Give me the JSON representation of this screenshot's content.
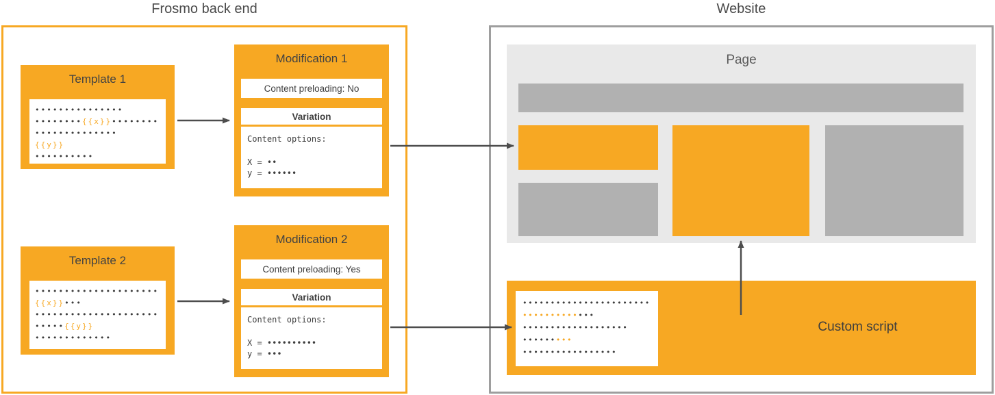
{
  "colors": {
    "orange": "#F7A823",
    "title_gray": "#4A4A4A",
    "arrow_gray": "#4D4D4D",
    "page_background": "#E9E9E9",
    "placeholder_gray": "#B1B1B1",
    "website_border": "#9E9E9E",
    "code_dark": "#3D3D3D"
  },
  "titles": {
    "backend": "Frosmo back end",
    "website": "Website"
  },
  "template1": {
    "title": "Template 1",
    "code": {
      "l1": "•••••••••••••••",
      "l2a": "••••••••",
      "l2b": "{{x}}",
      "l2c": "••••••••",
      "l3": "••••••••••••••",
      "l4": "{{y}}",
      "l5": "••••••••••"
    }
  },
  "template2": {
    "title": "Template 2",
    "code": {
      "l1": "•••••••••••••••••••••",
      "l2a": "{{x}}",
      "l2b": "•••",
      "l3": "•••••••••••••••••••••",
      "l4a": "•••••",
      "l4b": "{{y}}",
      "l5": "•••••••••••••"
    }
  },
  "modification1": {
    "title": "Modification 1",
    "preloading": "Content preloading: No",
    "variation_label": "Variation",
    "options_label": "Content options:",
    "x_line": "X = ••",
    "y_line": "y = ••••••"
  },
  "modification2": {
    "title": "Modification 2",
    "preloading": "Content preloading: Yes",
    "variation_label": "Variation",
    "options_label": "Content options:",
    "x_line": "X = ••••••••••",
    "y_line": "y = •••"
  },
  "page": {
    "title": "Page"
  },
  "custom_script": {
    "label": "Custom script",
    "code": {
      "l1": "•••••••••••••••••••••••",
      "l2a": "••••••••••",
      "l2b": "•••",
      "l3": "•••••••••••••••••••",
      "l4a": "••••••",
      "l4b": "•••",
      "l5": "•••••••••••••••••"
    }
  }
}
